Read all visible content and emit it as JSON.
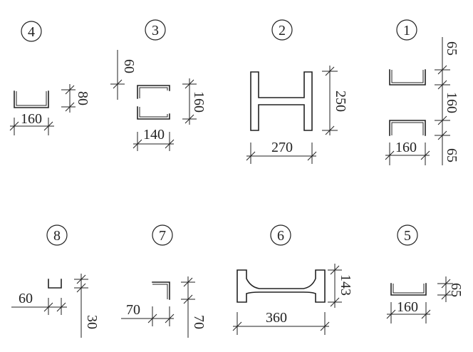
{
  "sections": [
    {
      "id": "1",
      "label": "1",
      "dims": [
        "65",
        "160",
        "65",
        "160"
      ]
    },
    {
      "id": "2",
      "label": "2",
      "dims": [
        "250",
        "270"
      ]
    },
    {
      "id": "3",
      "label": "3",
      "dims": [
        "60",
        "160",
        "140"
      ]
    },
    {
      "id": "4",
      "label": "4",
      "dims": [
        "80",
        "160"
      ]
    },
    {
      "id": "5",
      "label": "5",
      "dims": [
        "65",
        "160"
      ]
    },
    {
      "id": "6",
      "label": "6",
      "dims": [
        "143",
        "360"
      ]
    },
    {
      "id": "7",
      "label": "7",
      "dims": [
        "70",
        "70"
      ]
    },
    {
      "id": "8",
      "label": "8",
      "dims": [
        "60",
        "30"
      ]
    }
  ]
}
